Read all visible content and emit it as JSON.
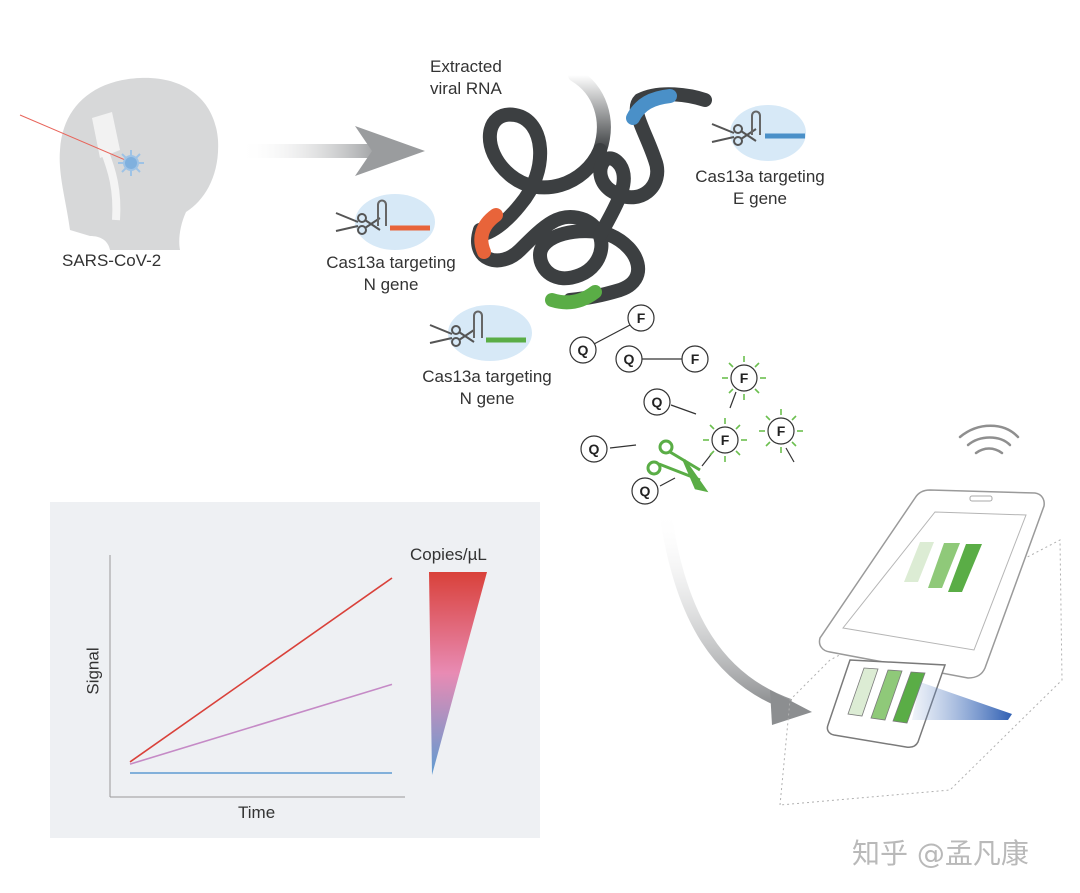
{
  "labels": {
    "source": "SARS-CoV-2",
    "rna_line1": "Extracted",
    "rna_line2": "viral RNA",
    "cas_e_line1": "Cas13a targeting",
    "cas_e_line2": "E gene",
    "cas_n1_line1": "Cas13a targeting",
    "cas_n1_line2": "N gene",
    "cas_n2_line1": "Cas13a targeting",
    "cas_n2_line2": "N gene"
  },
  "reporter": {
    "quencher": "Q",
    "fluorophore": "F"
  },
  "colors": {
    "e_gene": "#4a90c8",
    "n_gene_orange": "#e8643a",
    "n_gene_green": "#5aad46",
    "rna": "#3c3f41",
    "fluor_glow": "#6cbf4f"
  },
  "chart_data": {
    "type": "line",
    "xlabel": "Time",
    "ylabel": "Signal",
    "legend_title": "Copies/µL",
    "series": [
      {
        "color": "#d9413a",
        "x": [
          0,
          1
        ],
        "y": [
          0.05,
          0.88
        ]
      },
      {
        "color": "#c58ac6",
        "x": [
          0,
          1
        ],
        "y": [
          0.04,
          0.4
        ]
      },
      {
        "color": "#5e9bd1",
        "x": [
          0,
          1
        ],
        "y": [
          0.0,
          0.0
        ]
      }
    ],
    "legend_gradient": [
      "#d9413a",
      "#e88bb4",
      "#5e9bd1"
    ]
  },
  "watermark": "知乎 @孟凡康"
}
